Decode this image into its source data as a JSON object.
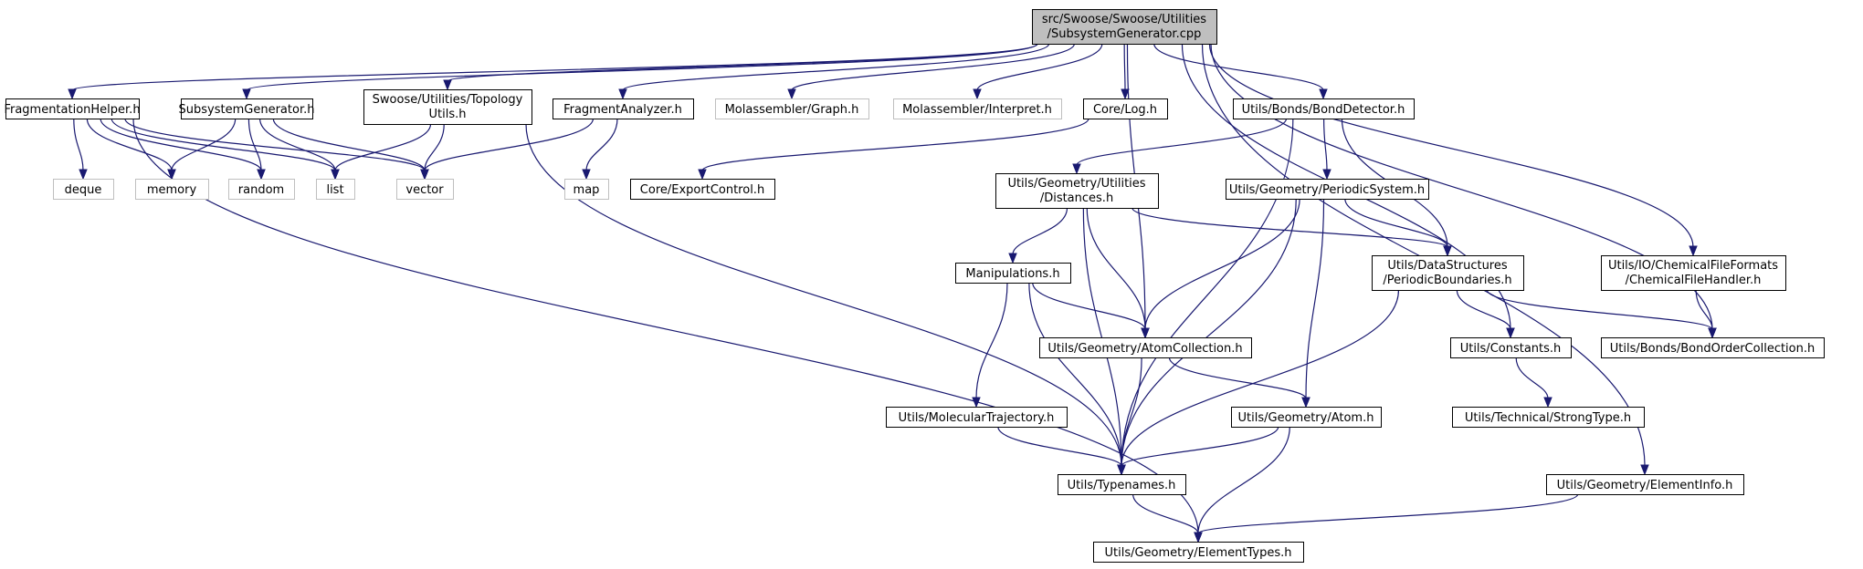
{
  "title": "src/Swoose/Swoose/Utilities/SubsystemGenerator.cpp",
  "colors": {
    "edge": "#191970",
    "root_fill": "#bfbfbf",
    "node_border": "#000000",
    "external_border": "#bfbfbf",
    "background": "#ffffff"
  },
  "nodes": [
    {
      "id": "root",
      "lines": [
        "src/Swoose/Swoose/Utilities",
        "/SubsystemGenerator.cpp"
      ],
      "kind": "root"
    },
    {
      "id": "fraghelper",
      "lines": [
        "FragmentationHelper.h"
      ],
      "kind": "internal"
    },
    {
      "id": "subgen_h",
      "lines": [
        "SubsystemGenerator.h"
      ],
      "kind": "internal"
    },
    {
      "id": "topology",
      "lines": [
        "Swoose/Utilities/Topology",
        "Utils.h"
      ],
      "kind": "internal"
    },
    {
      "id": "fraganalyzer",
      "lines": [
        "FragmentAnalyzer.h"
      ],
      "kind": "internal"
    },
    {
      "id": "molgraph",
      "lines": [
        "Molassembler/Graph.h"
      ],
      "kind": "external"
    },
    {
      "id": "molinterp",
      "lines": [
        "Molassembler/Interpret.h"
      ],
      "kind": "external"
    },
    {
      "id": "corelog",
      "lines": [
        "Core/Log.h"
      ],
      "kind": "internal"
    },
    {
      "id": "bonddetector",
      "lines": [
        "Utils/Bonds/BondDetector.h"
      ],
      "kind": "internal"
    },
    {
      "id": "deque",
      "lines": [
        "deque"
      ],
      "kind": "external"
    },
    {
      "id": "memory",
      "lines": [
        "memory"
      ],
      "kind": "external"
    },
    {
      "id": "random",
      "lines": [
        "random"
      ],
      "kind": "external"
    },
    {
      "id": "list",
      "lines": [
        "list"
      ],
      "kind": "external"
    },
    {
      "id": "vector",
      "lines": [
        "vector"
      ],
      "kind": "external"
    },
    {
      "id": "map",
      "lines": [
        "map"
      ],
      "kind": "external"
    },
    {
      "id": "exportcontrol",
      "lines": [
        "Core/ExportControl.h"
      ],
      "kind": "internal"
    },
    {
      "id": "distances",
      "lines": [
        "Utils/Geometry/Utilities",
        "/Distances.h"
      ],
      "kind": "internal"
    },
    {
      "id": "periodicsystem",
      "lines": [
        "Utils/Geometry/PeriodicSystem.h"
      ],
      "kind": "internal"
    },
    {
      "id": "periodicboundaries",
      "lines": [
        "Utils/DataStructures",
        "/PeriodicBoundaries.h"
      ],
      "kind": "internal"
    },
    {
      "id": "chemfilehandler",
      "lines": [
        "Utils/IO/ChemicalFileFormats",
        "/ChemicalFileHandler.h"
      ],
      "kind": "internal"
    },
    {
      "id": "manipulations",
      "lines": [
        "Manipulations.h"
      ],
      "kind": "internal"
    },
    {
      "id": "atomcollection",
      "lines": [
        "Utils/Geometry/AtomCollection.h"
      ],
      "kind": "internal"
    },
    {
      "id": "constants",
      "lines": [
        "Utils/Constants.h"
      ],
      "kind": "internal"
    },
    {
      "id": "bondorder",
      "lines": [
        "Utils/Bonds/BondOrderCollection.h"
      ],
      "kind": "internal"
    },
    {
      "id": "moltraj",
      "lines": [
        "Utils/MolecularTrajectory.h"
      ],
      "kind": "internal"
    },
    {
      "id": "atom",
      "lines": [
        "Utils/Geometry/Atom.h"
      ],
      "kind": "internal"
    },
    {
      "id": "strongtype",
      "lines": [
        "Utils/Technical/StrongType.h"
      ],
      "kind": "internal"
    },
    {
      "id": "typenames",
      "lines": [
        "Utils/Typenames.h"
      ],
      "kind": "internal"
    },
    {
      "id": "elementinfo",
      "lines": [
        "Utils/Geometry/ElementInfo.h"
      ],
      "kind": "internal"
    },
    {
      "id": "elementtypes",
      "lines": [
        "Utils/Geometry/ElementTypes.h"
      ],
      "kind": "internal"
    }
  ],
  "edges": [
    [
      "root",
      "fraghelper"
    ],
    [
      "root",
      "subgen_h"
    ],
    [
      "root",
      "topology"
    ],
    [
      "root",
      "fraganalyzer"
    ],
    [
      "root",
      "molgraph"
    ],
    [
      "root",
      "molinterp"
    ],
    [
      "root",
      "corelog"
    ],
    [
      "root",
      "bonddetector"
    ],
    [
      "root",
      "atomcollection"
    ],
    [
      "root",
      "constants"
    ],
    [
      "root",
      "bondorder"
    ],
    [
      "root",
      "chemfilehandler"
    ],
    [
      "root",
      "elementinfo"
    ],
    [
      "fraghelper",
      "deque"
    ],
    [
      "fraghelper",
      "memory"
    ],
    [
      "fraghelper",
      "random"
    ],
    [
      "fraghelper",
      "list"
    ],
    [
      "fraghelper",
      "vector"
    ],
    [
      "fraghelper",
      "elementtypes"
    ],
    [
      "subgen_h",
      "memory"
    ],
    [
      "subgen_h",
      "random"
    ],
    [
      "subgen_h",
      "list"
    ],
    [
      "subgen_h",
      "vector"
    ],
    [
      "topology",
      "list"
    ],
    [
      "topology",
      "vector"
    ],
    [
      "topology",
      "typenames"
    ],
    [
      "fraganalyzer",
      "vector"
    ],
    [
      "fraganalyzer",
      "map"
    ],
    [
      "corelog",
      "exportcontrol"
    ],
    [
      "bonddetector",
      "distances"
    ],
    [
      "bonddetector",
      "periodicsystem"
    ],
    [
      "bonddetector",
      "periodicboundaries"
    ],
    [
      "bonddetector",
      "typenames"
    ],
    [
      "distances",
      "manipulations"
    ],
    [
      "distances",
      "atomcollection"
    ],
    [
      "distances",
      "periodicboundaries"
    ],
    [
      "distances",
      "typenames"
    ],
    [
      "periodicsystem",
      "periodicboundaries"
    ],
    [
      "periodicsystem",
      "atomcollection"
    ],
    [
      "periodicsystem",
      "atom"
    ],
    [
      "periodicsystem",
      "typenames"
    ],
    [
      "periodicboundaries",
      "constants"
    ],
    [
      "periodicboundaries",
      "bondorder"
    ],
    [
      "periodicboundaries",
      "typenames"
    ],
    [
      "chemfilehandler",
      "bondorder"
    ],
    [
      "manipulations",
      "atomcollection"
    ],
    [
      "manipulations",
      "moltraj"
    ],
    [
      "manipulations",
      "typenames"
    ],
    [
      "atomcollection",
      "atom"
    ],
    [
      "atomcollection",
      "typenames"
    ],
    [
      "constants",
      "strongtype"
    ],
    [
      "moltraj",
      "typenames"
    ],
    [
      "atom",
      "typenames"
    ],
    [
      "atom",
      "elementtypes"
    ],
    [
      "typenames",
      "elementtypes"
    ],
    [
      "elementinfo",
      "elementtypes"
    ]
  ]
}
